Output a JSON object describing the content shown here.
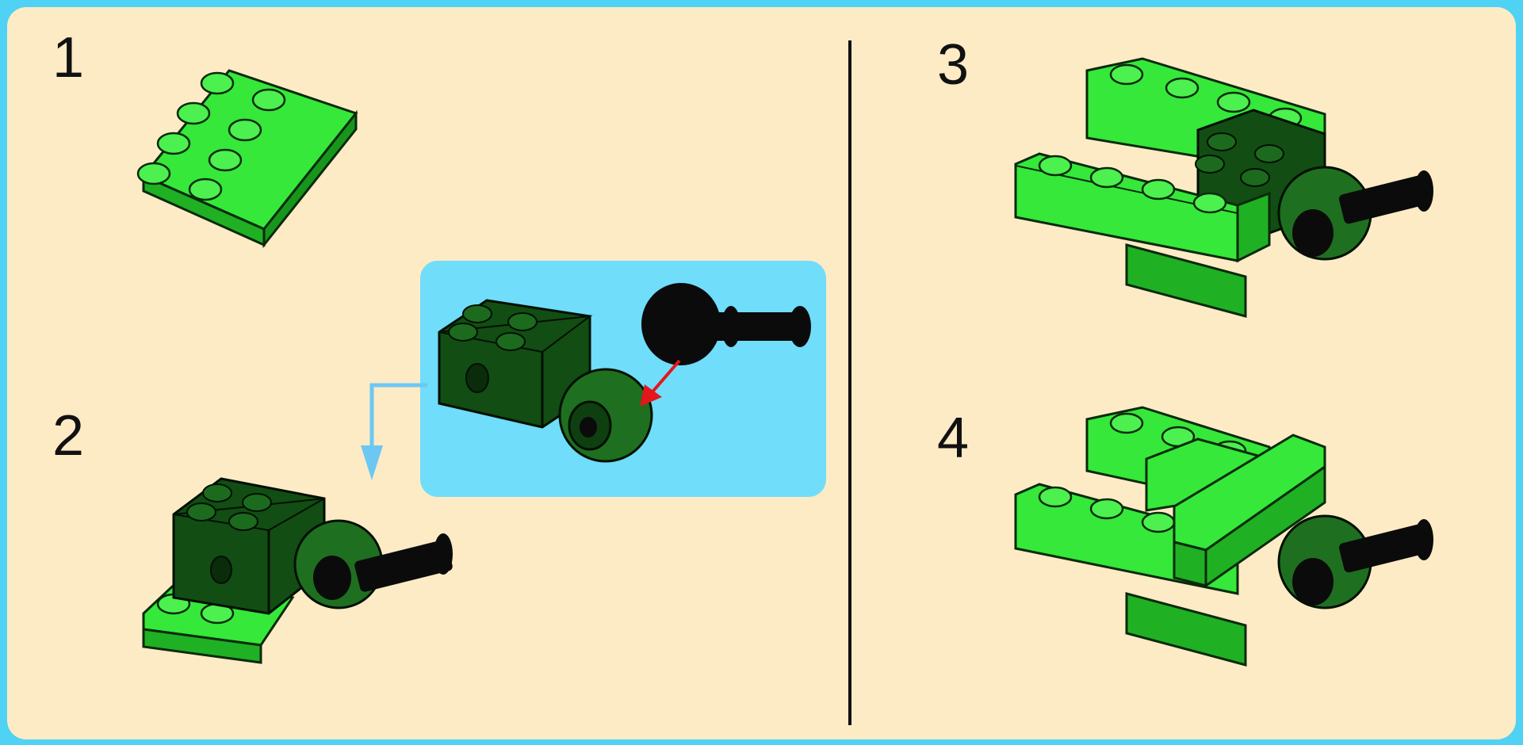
{
  "steps": [
    {
      "number": "1"
    },
    {
      "number": "2"
    },
    {
      "number": "3"
    },
    {
      "number": "4"
    }
  ],
  "colors": {
    "background": "#fdebc6",
    "frame": "#4fd2f3",
    "callout": "#70ddfa",
    "brick_light_green": "#35e83a",
    "brick_dark_green": "#124d14",
    "ball_joint": "#0b0b0b",
    "arrow_red": "#e3161b",
    "arrow_blue": "#6cc8f2"
  },
  "icons": {
    "step1": "green-2x4-plate-icon",
    "step2": "plate-with-joint-brick-icon",
    "callout": "joint-brick-and-ball-socket-icon",
    "step3": "assembly-with-side-bricks-icon",
    "step4": "assembly-with-top-tile-icon"
  }
}
